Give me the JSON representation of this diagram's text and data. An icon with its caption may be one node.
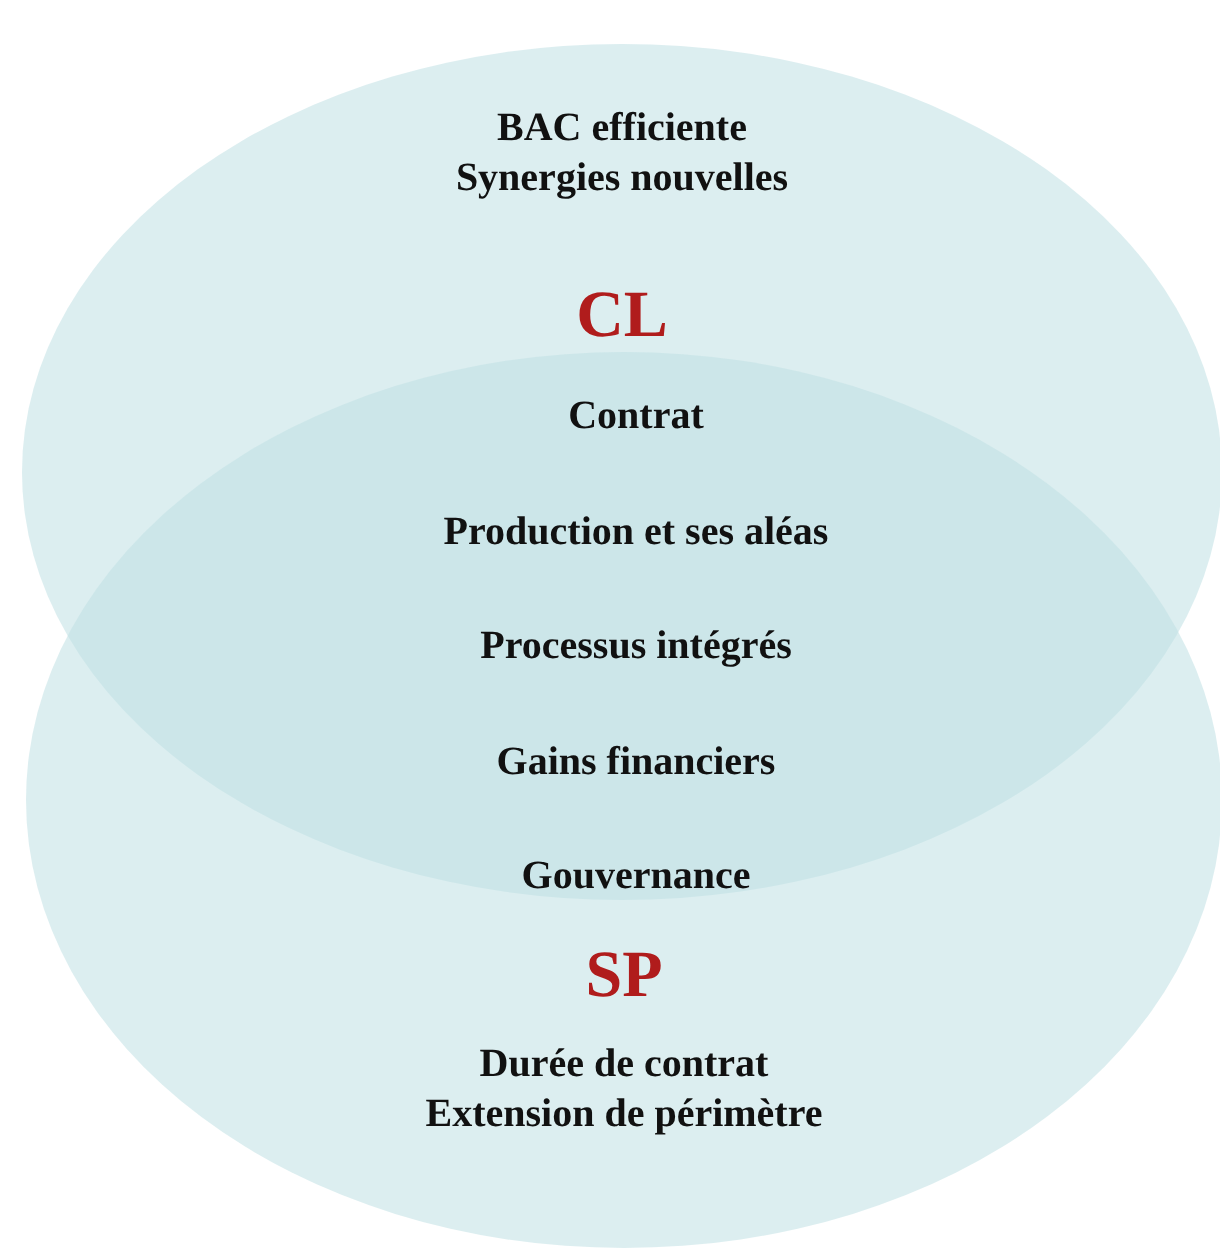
{
  "diagram": {
    "nodes": [
      {
        "text": [
          "BAC efficiente Synergies nouvelles",
          "CL"
        ]
      },
      {
        "text": [
          "SP",
          "Durée de contrat Extension de périmètre"
        ]
      }
    ],
    "labels": [
      "Contrat",
      "Production et ses aléas",
      "Processus intégrés",
      "Gains financiers",
      "Gouvernance"
    ]
  }
}
